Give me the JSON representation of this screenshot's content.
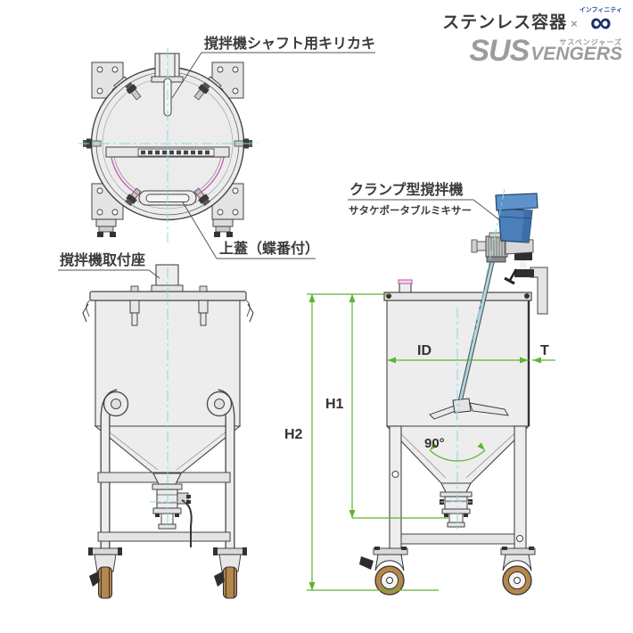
{
  "logo": {
    "brand_jp": "ステンレス容器",
    "times": "×",
    "infinity_kana": "インフィニティ",
    "infinity_symbol": "∞",
    "en_main": "SUS",
    "en_sub": "VENGERS",
    "en_kana": "サスペンジャーズ"
  },
  "annotations": {
    "shaft_notch": "撹拌機シャフト用キリカキ",
    "lid": "上蓋（蝶番付）",
    "mixer_mount": "撹拌機取付座",
    "mixer": "クランプ型撹拌機",
    "mixer_sub": "サタケポータブルミキサー"
  },
  "dimensions": {
    "id": "ID",
    "t": "T",
    "h1": "H1",
    "h2": "H2",
    "cone_angle": "90°"
  },
  "colors": {
    "dimension_green": "#5cb431",
    "centerline_cyan": "#8fd3e3",
    "lid_magenta": "#c45ab0",
    "mixer_blue": "#4a7fba",
    "wheel_brown": "#b5874a",
    "logo_navy": "#1d2e6b",
    "logo_gray": "#9c9c9c"
  }
}
